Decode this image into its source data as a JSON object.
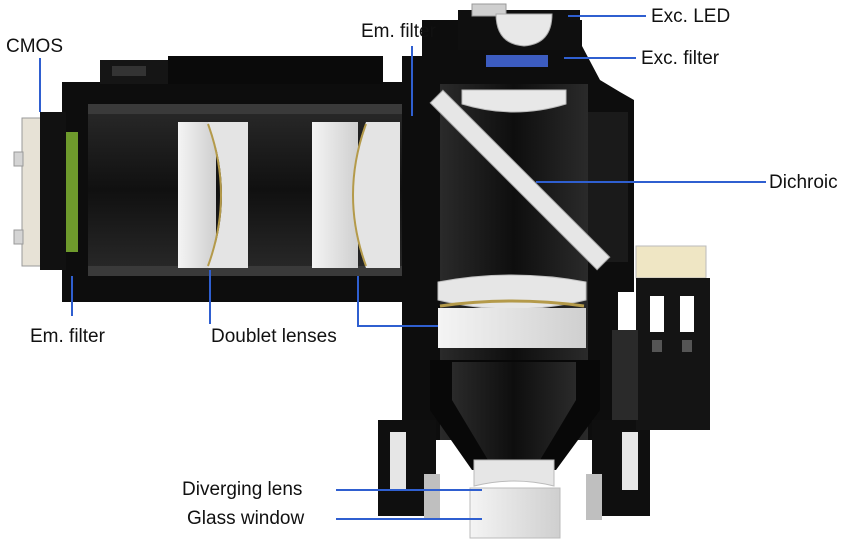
{
  "labels": {
    "cmos": "CMOS",
    "em_filter_top": "Em. filter",
    "em_filter_bottom": "Em. filter",
    "exc_led": "Exc. LED",
    "exc_filter": "Exc. filter",
    "dichroic": "Dichroic",
    "doublet_lenses": "Doublet lenses",
    "diverging_lens": "Diverging lens",
    "glass_window": "Glass window"
  },
  "colors": {
    "leader_line": "#2f5fd0",
    "housing": "#0d0d0d",
    "bore": "#1f1f1f",
    "glass": "#e6e6e6",
    "em_filter": "#6e9a2c",
    "exc_filter": "#3c5cc0",
    "board": "#e7e2d6",
    "cement": "#b49a4a"
  }
}
